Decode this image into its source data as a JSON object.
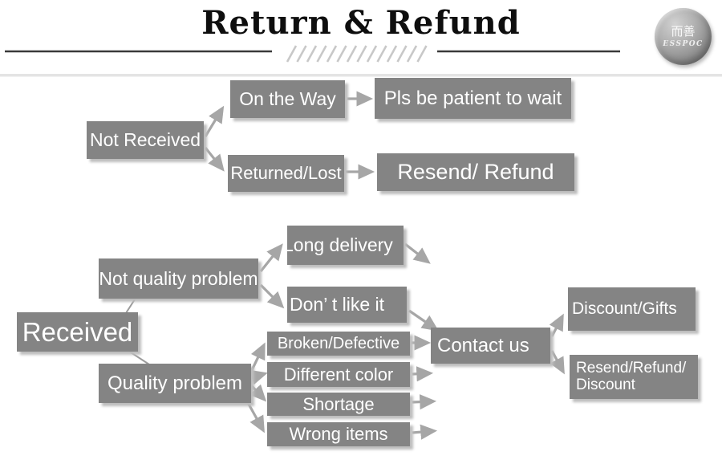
{
  "header": {
    "title": "Return & Refund",
    "logo": {
      "cn_text": "而善",
      "en_text": "ESSPOC"
    }
  },
  "flow": {
    "not_received": "Not Received",
    "on_the_way": "On the Way",
    "pls_wait": "Pls be patient to wait",
    "returned_lost": "Returned/Lost",
    "resend_refund": "Resend/ Refund",
    "received": "Received",
    "not_quality_problem": "Not quality problem",
    "long_delivery": "Long delivery",
    "dont_like_it": "Don’ t like it",
    "quality_problem": "Quality problem",
    "broken_defective": "Broken/Defective",
    "different_color": "Different color",
    "shortage": "Shortage",
    "wrong_items": "Wrong items",
    "contact_us": "Contact us",
    "discount_gifts": "Discount/Gifts",
    "resend_refund_discount_line1": "Resend/Refund/",
    "resend_refund_discount_line2": "Discount"
  },
  "colors": {
    "box_gray": "#848484",
    "arrow_gray": "#a6a6a6",
    "rule_dark": "#3a3a3a",
    "hatch_gray": "#c8c8c8",
    "title_color": "#0e0e0e"
  }
}
